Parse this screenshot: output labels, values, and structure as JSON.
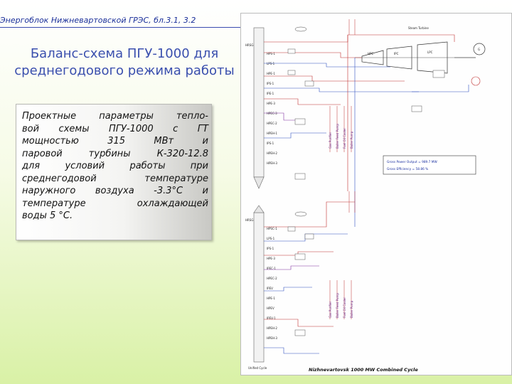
{
  "header": {
    "text": "Энергоблок Нижневартовской ГРЭС, бл.3.1, 3.2"
  },
  "title": {
    "line1": "Баланс-схема ПГУ-1000 для",
    "line2": "среднегодового режима работы"
  },
  "description": {
    "lines": [
      "Проектные параметры тепло-",
      "вой схемы ПГУ-1000 с ГТ",
      "мощностью 315 МВт и",
      "паровой турбины К-320-12.8",
      "для условий работы при",
      "среднегодовой температуре",
      "наружного воздуха -3.3°С и",
      "температуре охлаждающей",
      "воды 5 °С."
    ]
  },
  "diagram": {
    "caption": "Nizhnevartovsk 1000 MW Combined Cycle",
    "cycle_label": "Unified Cycle",
    "steam_turbine": "Steam Turbine",
    "results": {
      "gross_power": "Gross Power Output = 989.7 MW",
      "gross_efficiency": "Gross Efficiency = 58.86 %"
    },
    "hrsg_labels_top": [
      "HRSG",
      "HPS-1",
      "LPS-1",
      "HPE-1",
      "IPS-1",
      "IPE-1",
      "HPE-3",
      "HPEC-3",
      "HPEC-2",
      "HPEH-1",
      "IPS-1",
      "HPEH-2",
      "HPEH-3"
    ],
    "hrsg_labels_bottom": [
      "HRSG",
      "HPSC-1",
      "LPS-1",
      "IPS-1",
      "HPE-3",
      "IPEC-1",
      "HPEC-2",
      "IPEV",
      "HPE-1",
      "HPEV",
      "IPEV-1",
      "HPEH-2",
      "HPEH-3"
    ],
    "turbine_labels": [
      "HPC",
      "IPC",
      "LPC",
      "G"
    ],
    "vertical_labels": [
      "Gas Purifier",
      "Boiler Feed Pump",
      "Fuel Oil Cooler",
      "Boiler Pump"
    ]
  }
}
